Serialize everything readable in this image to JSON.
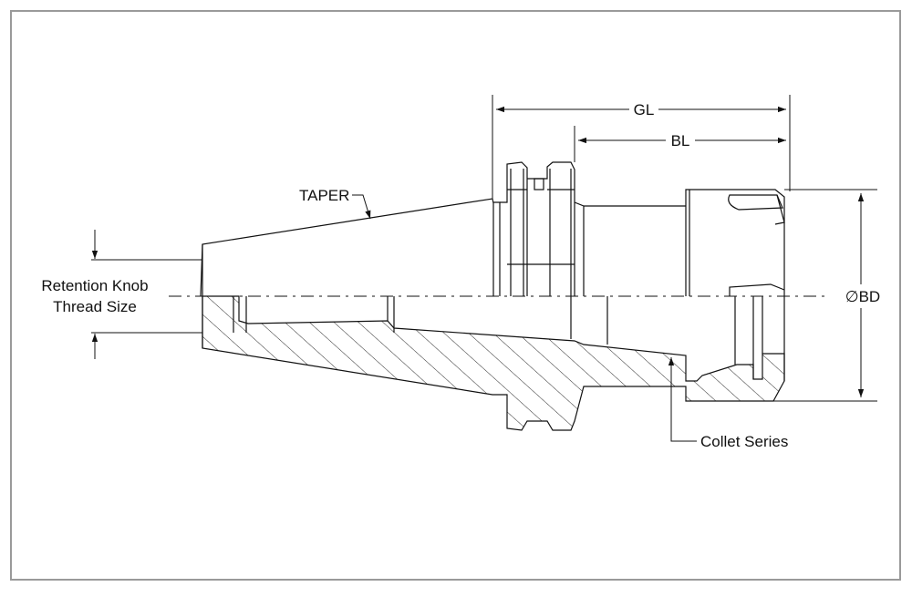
{
  "drawing": {
    "labels": {
      "gl": "GL",
      "bl": "BL",
      "bd": "∅BD",
      "taper": "TAPER",
      "retention_knob_line1": "Retention Knob",
      "retention_knob_line2": "Thread Size",
      "collet_series": "Collet Series"
    },
    "colors": {
      "line": "#111111",
      "frame": "#9a9a9a",
      "background": "#ffffff"
    }
  }
}
